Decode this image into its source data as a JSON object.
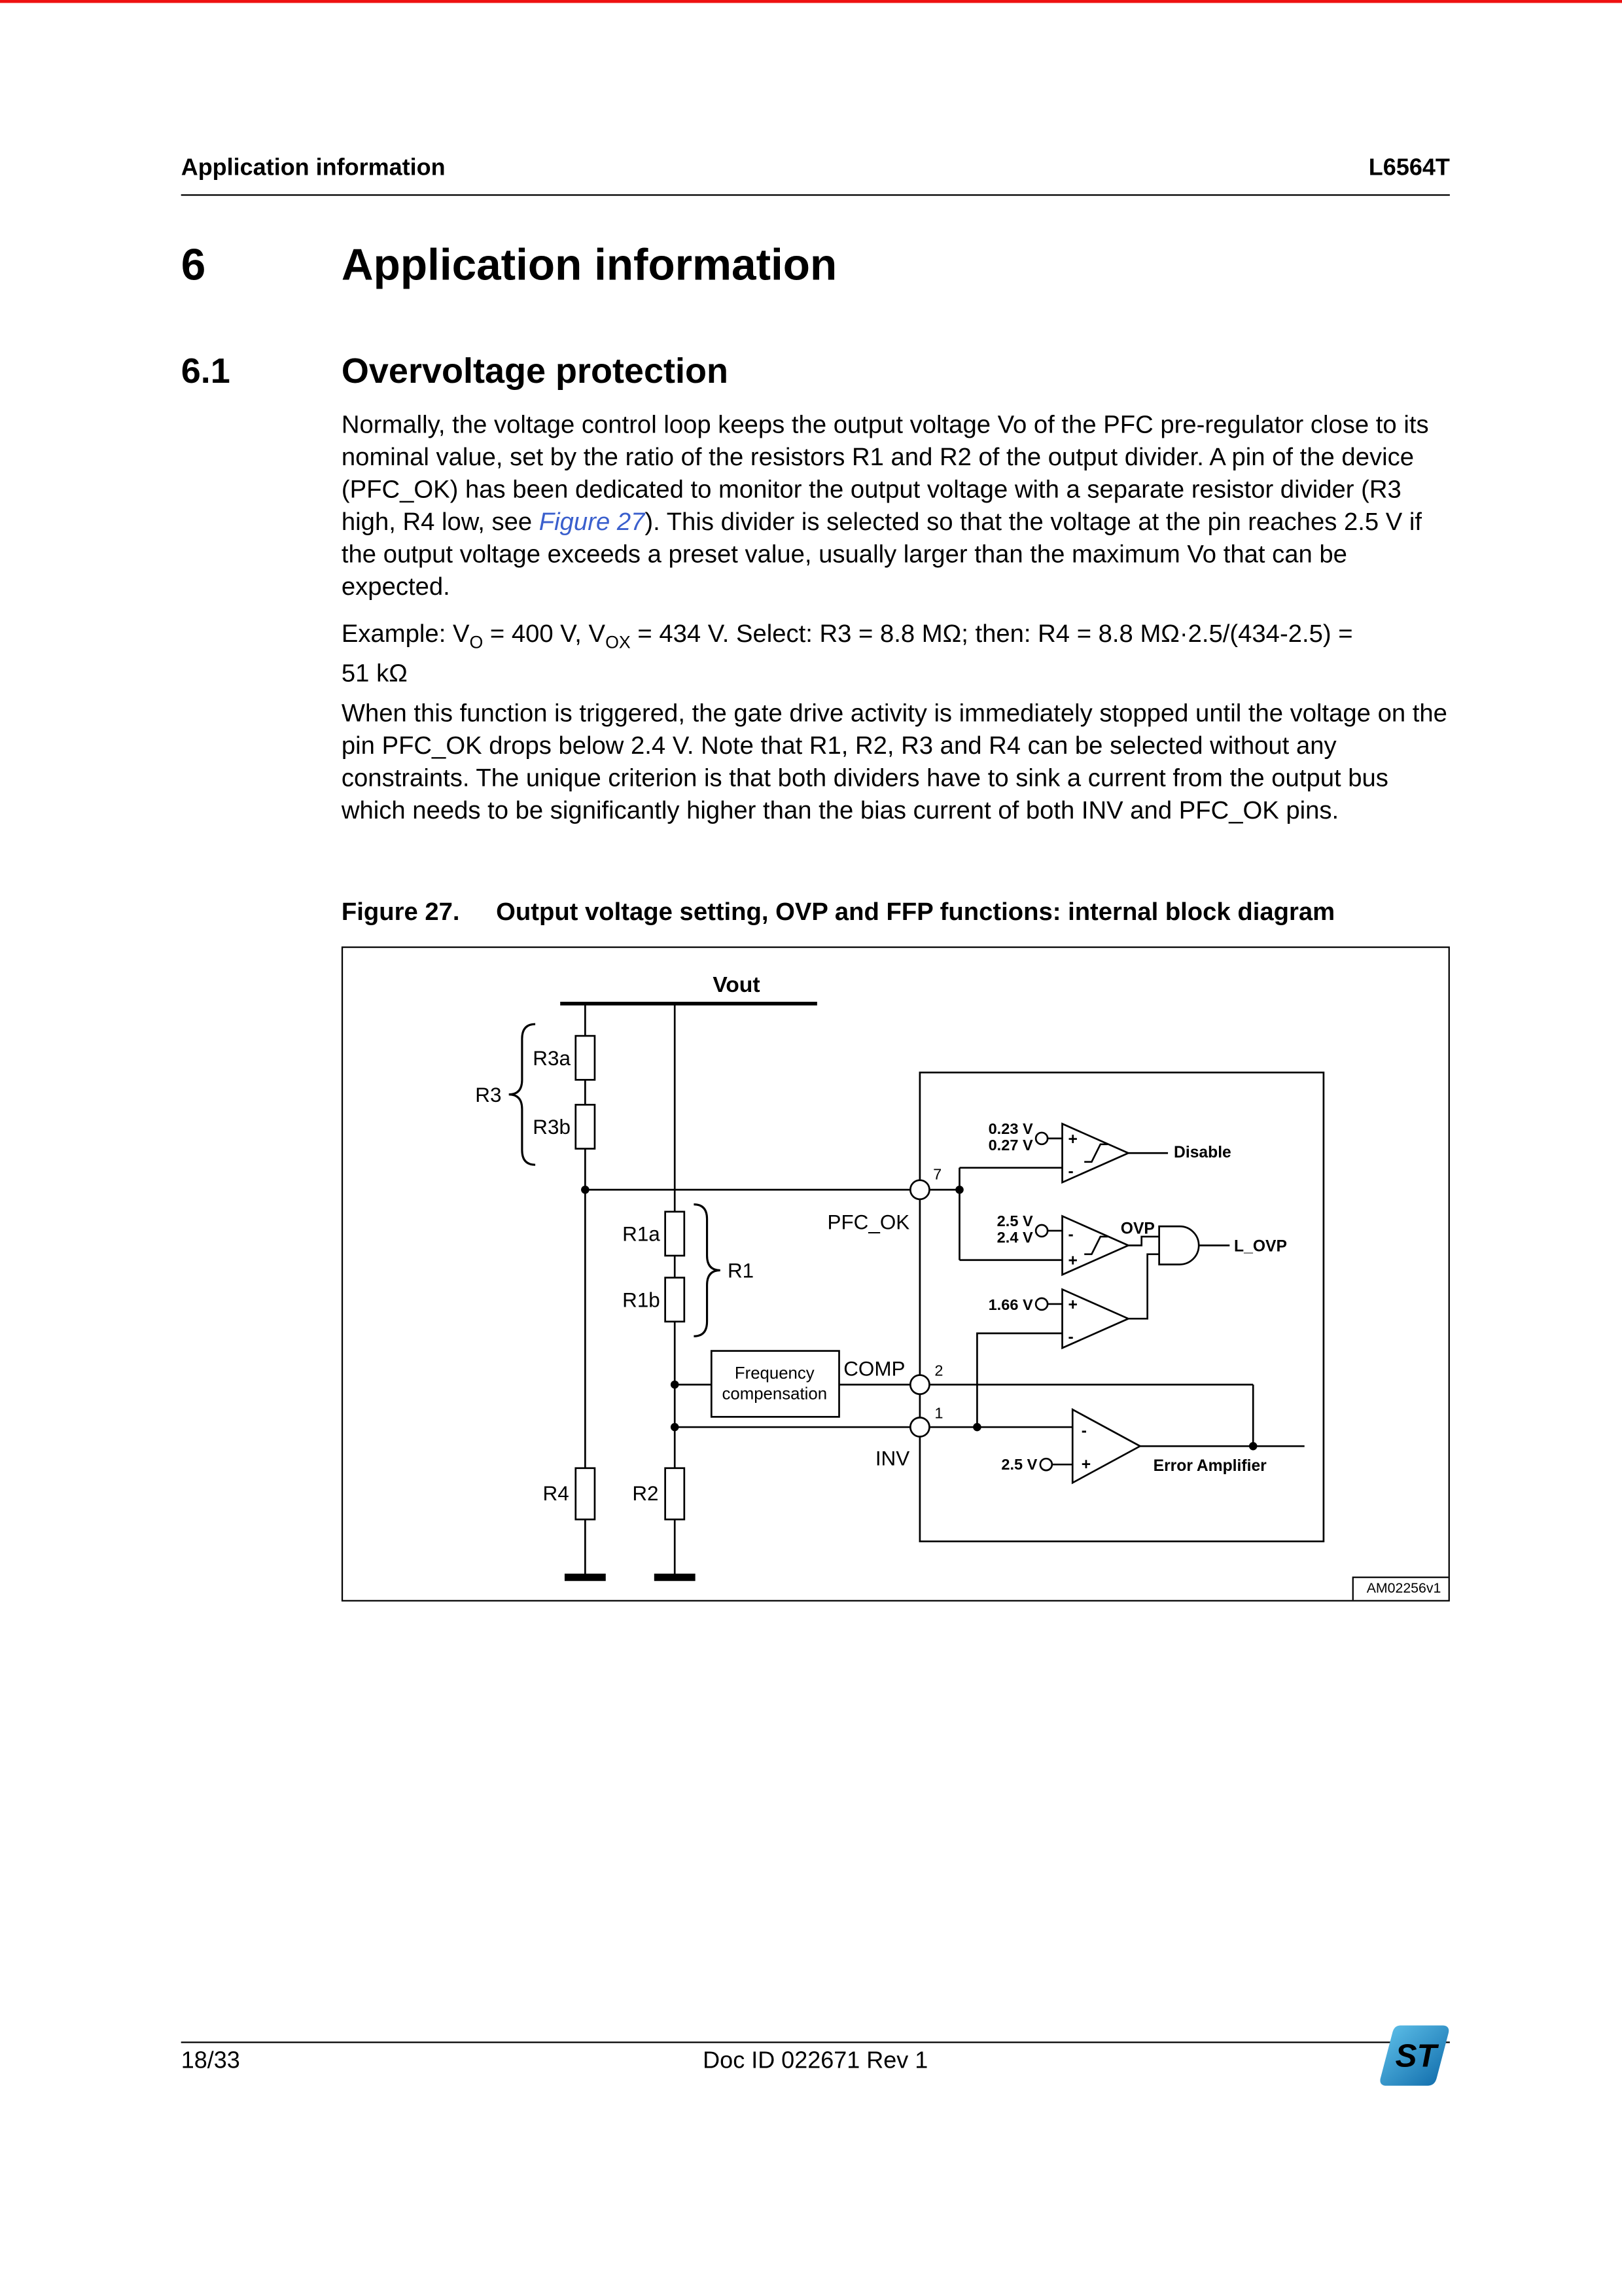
{
  "header": {
    "left": "Application information",
    "right": "L6564T"
  },
  "section": {
    "number": "6",
    "title": "Application information"
  },
  "subsection": {
    "number": "6.1",
    "title": "Overvoltage protection"
  },
  "paragraph1": {
    "before_link": "Normally, the voltage control loop keeps the output voltage Vo of the PFC pre-regulator close to its nominal value, set by the ratio of the resistors R1 and R2 of the output divider. A pin of the device (PFC_OK) has been dedicated to monitor the output voltage with a separate resistor divider (R3 high, R4 low, see ",
    "link_text": "Figure 27",
    "after_link": "). This divider is selected so that the voltage at the pin reaches 2.5 V if the output voltage exceeds a preset value, usually larger than the maximum Vo that can be expected."
  },
  "example": {
    "seg1": "Example: V",
    "sub1": "O",
    "seg2": " = 400 V, V",
    "sub2": "OX",
    "seg3": " = 434 V. Select: R3 = 8.8 MΩ; then: R4 = 8.8 MΩ·2.5/(434-2.5) =",
    "seg4": "51 kΩ"
  },
  "paragraph2": "When this function is triggered, the gate drive activity is immediately stopped until the voltage on the pin PFC_OK drops below 2.4 V. Note that R1, R2, R3 and R4 can be selected without any constraints. The unique criterion is that both dividers have to sink a current from the output bus which needs to be significantly higher than the bias current of both INV and PFC_OK pins.",
  "figure": {
    "label": "Figure 27.",
    "title": "Output voltage setting, OVP and FFP functions: internal block diagram",
    "code": "AM02256v1",
    "diagram": {
      "vout": "Vout",
      "r3": "R3",
      "r3a": "R3a",
      "r3b": "R3b",
      "r1": "R1",
      "r1a": "R1a",
      "r1b": "R1b",
      "r4": "R4",
      "r2": "R2",
      "pfc_ok": "PFC_OK",
      "comp": "COMP",
      "inv": "INV",
      "pin7": "7",
      "pin2": "2",
      "pin1": "1",
      "freq_line1": "Frequency",
      "freq_line2": "compensation",
      "ref_disable_1": "0.23 V",
      "ref_disable_2": "0.27 V",
      "ref_ovp_1": "2.5 V",
      "ref_ovp_2": "2.4 V",
      "ref_ffd": "1.66 V",
      "ref_ea": "2.5 V",
      "out_disable": "Disable",
      "out_ovp": "OVP",
      "out_l_ovp": "L_OVP",
      "error_amplifier": "Error Amplifier",
      "plus": "+",
      "minus": "-"
    }
  },
  "footer": {
    "page_number": "18/33",
    "doc_id": "Doc ID 022671 Rev 1",
    "logo_text": "ST"
  },
  "colors": {
    "link": "#3a5fcd",
    "accent_red": "#ee1111",
    "logo_blue_light": "#62c4ec",
    "logo_blue_dark": "#0c68a8"
  }
}
